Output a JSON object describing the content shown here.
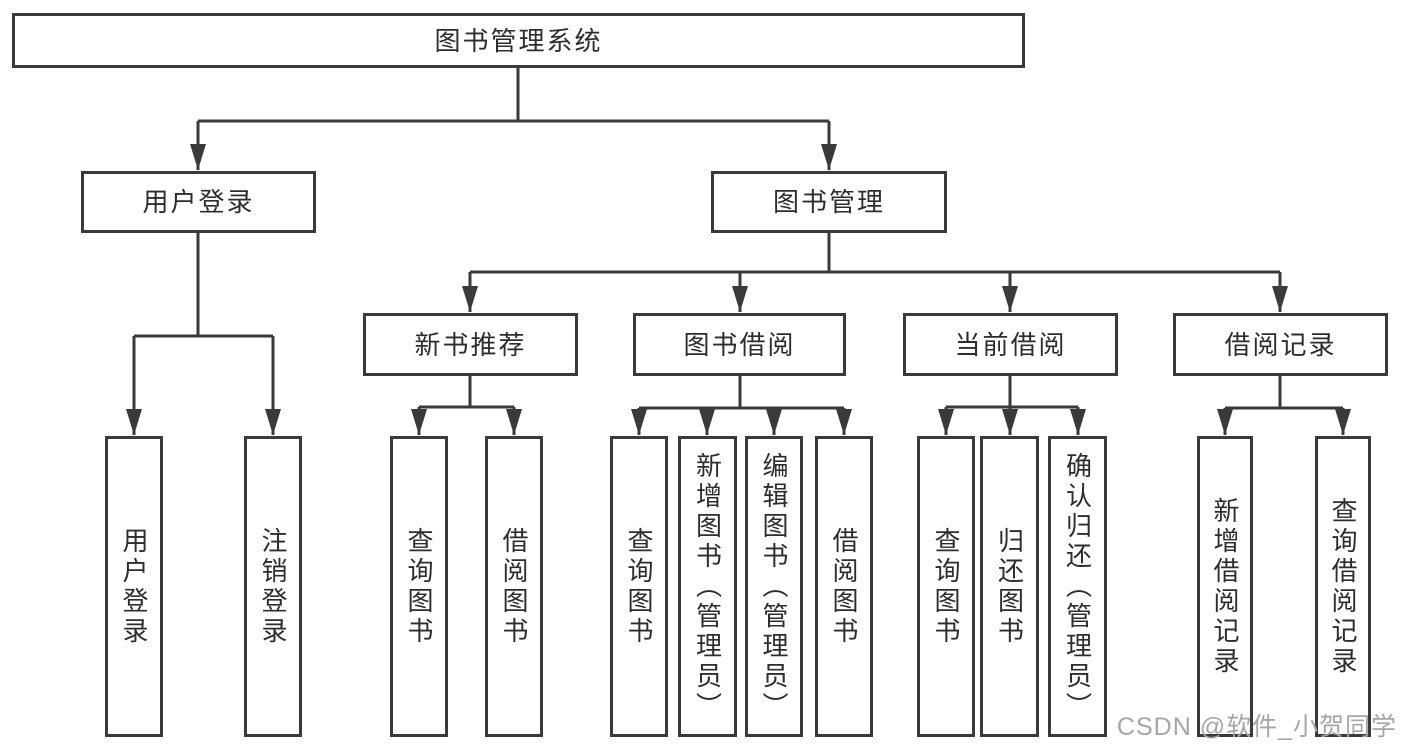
{
  "diagram": {
    "root": {
      "label": "图书管理系统"
    },
    "level1": [
      {
        "label": "用户登录"
      },
      {
        "label": "图书管理"
      }
    ],
    "level2": [
      {
        "label": "新书推荐",
        "parent": "图书管理"
      },
      {
        "label": "图书借阅",
        "parent": "图书管理"
      },
      {
        "label": "当前借阅",
        "parent": "图书管理"
      },
      {
        "label": "借阅记录",
        "parent": "图书管理"
      }
    ],
    "leaves": [
      {
        "label": "用户登录",
        "parent": "用户登录"
      },
      {
        "label": "注销登录",
        "parent": "用户登录"
      },
      {
        "label": "查询图书",
        "parent": "新书推荐"
      },
      {
        "label": "借阅图书",
        "parent": "新书推荐"
      },
      {
        "label": "查询图书",
        "parent": "图书借阅"
      },
      {
        "label": "新增图书（管理员）",
        "parent": "图书借阅"
      },
      {
        "label": "编辑图书（管理员）",
        "parent": "图书借阅"
      },
      {
        "label": "借阅图书",
        "parent": "图书借阅"
      },
      {
        "label": "查询图书",
        "parent": "当前借阅"
      },
      {
        "label": "归还图书",
        "parent": "当前借阅"
      },
      {
        "label": "确认归还（管理员）",
        "parent": "当前借阅"
      },
      {
        "label": "新增借阅记录",
        "parent": "借阅记录"
      },
      {
        "label": "查询借阅记录",
        "parent": "借阅记录"
      }
    ]
  },
  "watermark": "CSDN @软件_小贺同学",
  "colors": {
    "line": "#3a3a3c",
    "text": "#2d2d2f",
    "watermark": "#a6a6a6",
    "background": "#ffffff"
  }
}
